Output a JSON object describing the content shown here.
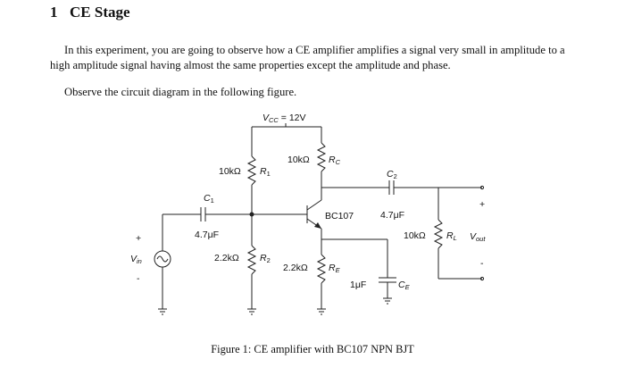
{
  "section": {
    "number": "1",
    "title": "CE Stage"
  },
  "intro": "In this experiment, you are going to observe how a CE amplifier amplifies a signal very small in amplitude to a high amplitude signal having almost the same properties except the amplitude and phase.",
  "observe": "Observe the circuit diagram in the following figure.",
  "circuit": {
    "vcc": "V",
    "vcc_sub": "CC",
    "vcc_val": " = 12V",
    "r1_val": "10kΩ",
    "r1_name": "R",
    "r1_sub": "1",
    "rc_val": "10kΩ",
    "rc_name": "R",
    "rc_sub": "C",
    "c1_name": "C",
    "c1_sub": "1",
    "c1_val": "4.7μF",
    "c2_name": "C",
    "c2_sub": "2",
    "c2_val": "4.7μF",
    "transistor": "BC107",
    "r2_val": "2.2kΩ",
    "r2_name": "R",
    "r2_sub": "2",
    "re_val": "2.2kΩ",
    "re_name": "R",
    "re_sub": "E",
    "ce_val": "1μF",
    "ce_name": "C",
    "ce_sub": "E",
    "rl_val": "10kΩ",
    "rl_name": "R",
    "rl_sub": "L",
    "vin": "V",
    "vin_sub": "in",
    "vout": "V",
    "vout_sub": "out",
    "plus": "+",
    "minus": "-"
  },
  "caption": "Figure 1: CE amplifier with BC107 NPN BJT"
}
